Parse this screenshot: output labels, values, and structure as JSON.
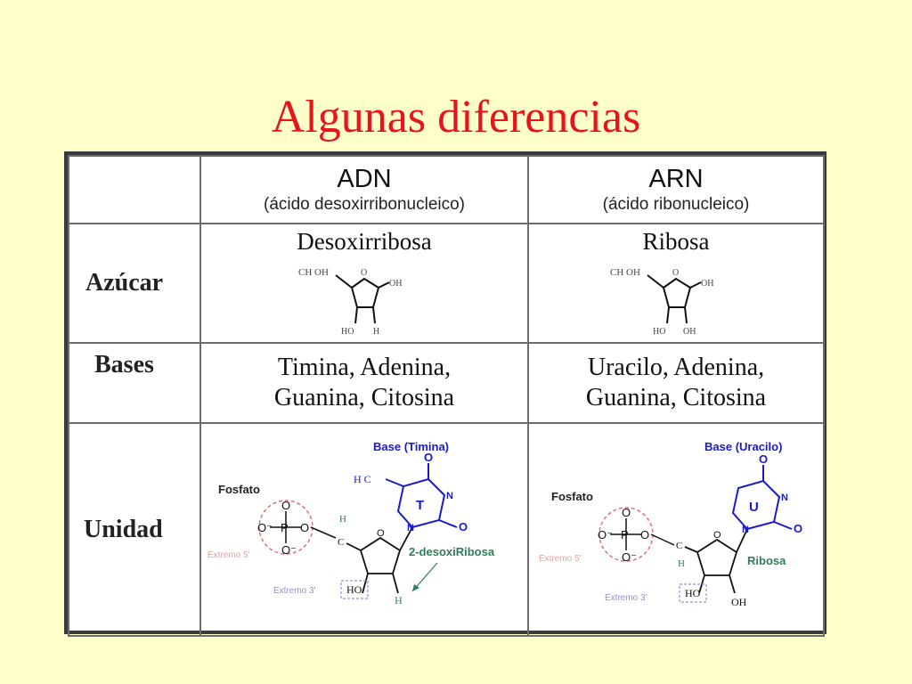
{
  "title": "Algunas diferencias",
  "table": {
    "columns": [
      {
        "name": "ADN",
        "subtitle": "(ácido desoxirribonucleico)"
      },
      {
        "name": "ARN",
        "subtitle": "(ácido ribonucleico)"
      }
    ],
    "rows": {
      "sugar": {
        "label": "Azúcar",
        "adn": "Desoxirribosa",
        "arn": "Ribosa"
      },
      "bases": {
        "label": "Bases",
        "adn_line1": "Timina, Adenina,",
        "adn_line2": "Guanina, Citosina",
        "arn_line1": "Uracilo, Adenina,",
        "arn_line2": "Guanina, Citosina"
      },
      "unit": {
        "label": "Unidad"
      }
    }
  },
  "sugar_diagram": {
    "ch2oh": "CH OH",
    "o": "O",
    "oh": "OH",
    "ho": "HO",
    "h": "H"
  },
  "unit_diagram_adn": {
    "base_label": "Base (Timina)",
    "fosfato": "Fosfato",
    "base_letter": "T",
    "h3c": "H C",
    "sugar_label": "2-desoxiRibosa",
    "extremo5": "Extremo 5'",
    "extremo3": "Extremo 3'",
    "ho": "HO",
    "h": "H"
  },
  "unit_diagram_arn": {
    "base_label": "Base (Uracilo)",
    "fosfato": "Fosfato",
    "base_letter": "U",
    "sugar_label": "Ribosa",
    "extremo5": "Extremo 5'",
    "extremo3": "Extremo 3'",
    "ho": "HO",
    "oh": "OH"
  },
  "colors": {
    "background": "#FFFFC9",
    "title": "#E8141C",
    "base_blue": "#1A1ACC",
    "phosphate_pink": "#E07070",
    "extremo5_pink": "#E8A0A0",
    "extremo3_blue": "#9090D8",
    "sugar_green": "#2E7D5B"
  }
}
